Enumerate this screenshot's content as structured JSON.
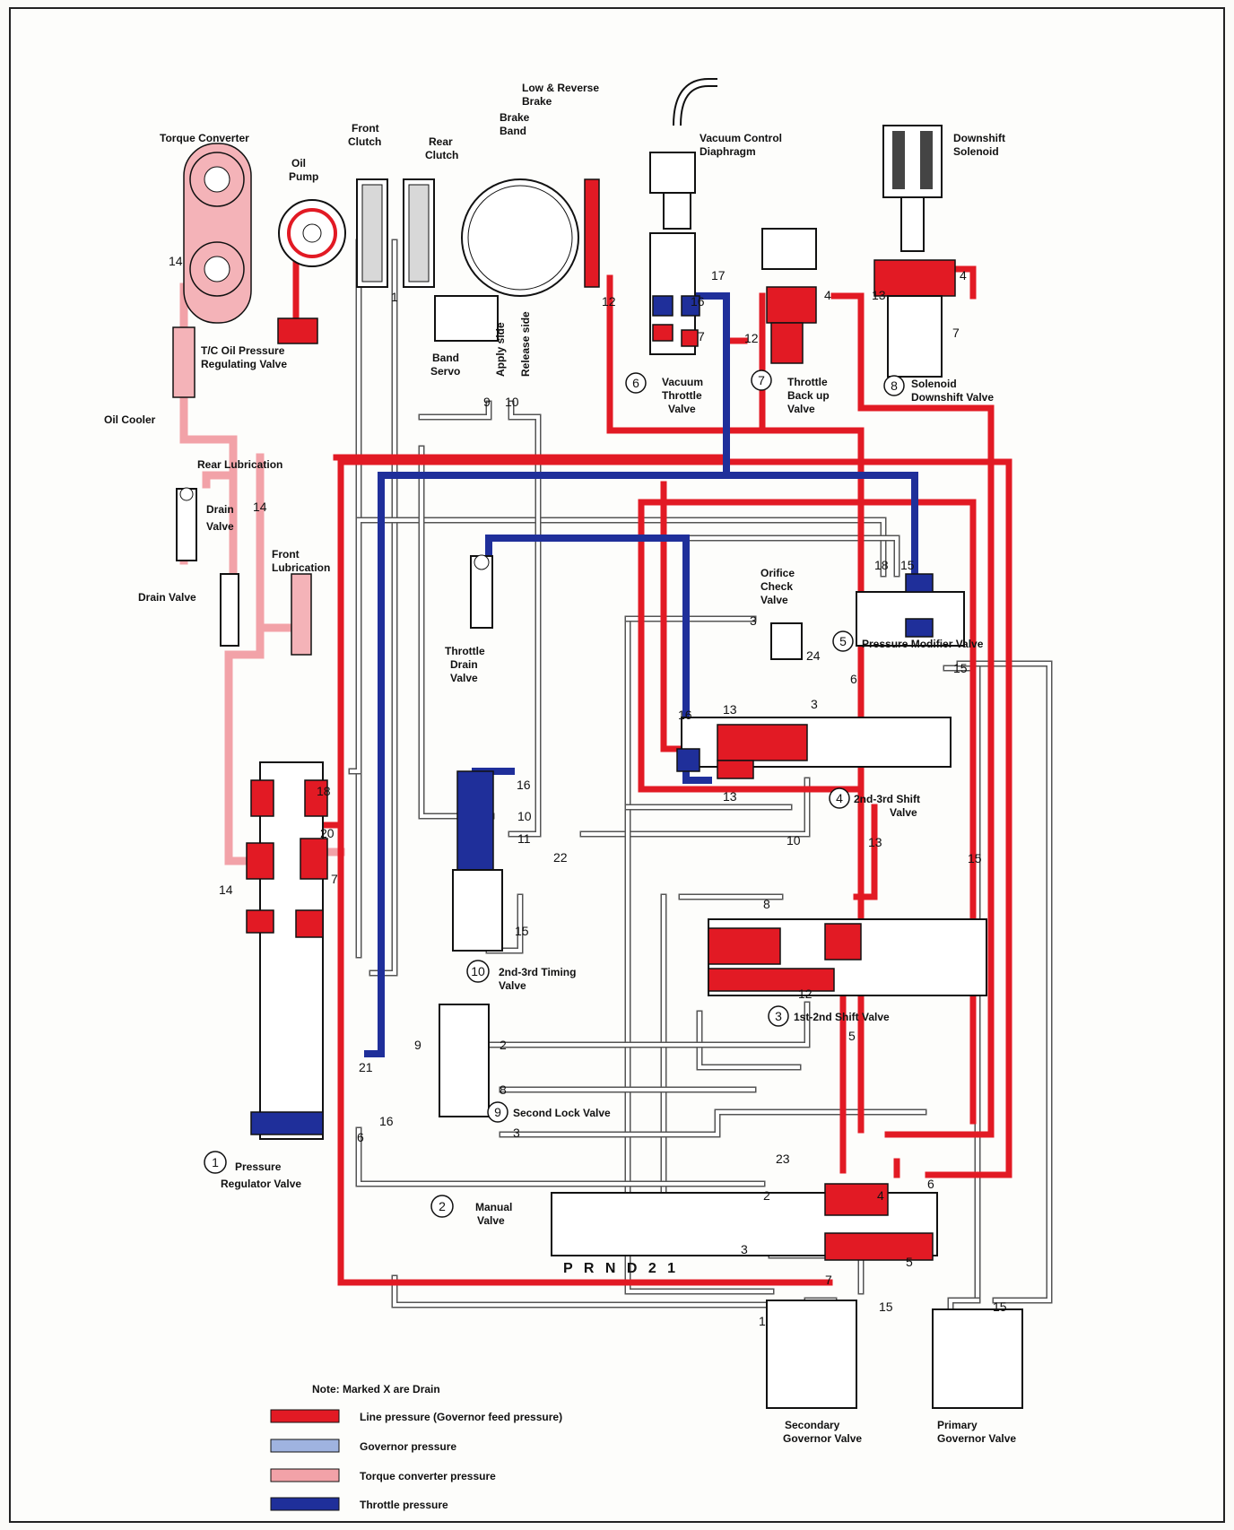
{
  "components": {
    "torque_converter": "Torque Converter",
    "oil_pump": "Oil\nPump",
    "front_clutch": "Front\nClutch",
    "rear_clutch": "Rear\nClutch",
    "brake_band": "Brake\nBand",
    "low_reverse_brake": "Low & Reverse\nBrake",
    "vacuum_control_diaphragm": "Vacuum Control\nDiaphragm",
    "downshift_solenoid": "Downshift\nSolenoid",
    "tc_oil_pressure_regulating_valve": "T/C Oil Pressure\nRegulating Valve",
    "band_servo": "Band\nServo",
    "apply_side": "Apply side",
    "release_side": "Release side",
    "oil_cooler": "Oil Cooler",
    "rear_lubrication": "Rear Lubrication",
    "drain_valve_1": "Drain\nValve",
    "front_lubrication": "Front\nLubrication",
    "drain_valve_2": "Drain Valve",
    "throttle_drain_valve": "Throttle\nDrain\nValve",
    "orifice_check_valve": "Orifice\nCheck\nValve"
  },
  "numbered_valves": [
    {
      "num": "1",
      "label": "Pressure\nRegulator  Valve"
    },
    {
      "num": "2",
      "label": "Manual\nValve"
    },
    {
      "num": "3",
      "label": "1st-2nd Shift Valve"
    },
    {
      "num": "4",
      "label": "2nd-3rd Shift\nValve"
    },
    {
      "num": "5",
      "label": "Pressure Modifier Valve"
    },
    {
      "num": "6",
      "label": "Vacuum\nThrottle\nValve"
    },
    {
      "num": "7",
      "label": "Throttle\nBack up\nValve"
    },
    {
      "num": "8",
      "label": "Solenoid\nDownshift Valve"
    },
    {
      "num": "9",
      "label": "Second Lock Valve"
    },
    {
      "num": "10",
      "label": "2nd-3rd Timing\nValve"
    }
  ],
  "governors": {
    "secondary": "Secondary\nGovernor Valve",
    "primary": "Primary\nGovernor Valve"
  },
  "selector": "P R N D 2 1",
  "legend": {
    "note": "Note:  Marked X are Drain",
    "items": [
      {
        "label": "Line pressure (Governor feed pressure)",
        "color": "#e21a24"
      },
      {
        "label": "Governor pressure",
        "color": "#9fb3e0"
      },
      {
        "label": "Torque converter pressure",
        "color": "#f2a2a8"
      },
      {
        "label": "Throttle pressure",
        "color": "#1f2f9a"
      }
    ]
  },
  "line_numbers": [
    "14",
    "14",
    "14",
    "1",
    "9",
    "10",
    "12",
    "16",
    "17",
    "12",
    "7",
    "4",
    "13",
    "7",
    "18",
    "15",
    "3",
    "24",
    "6",
    "3",
    "13",
    "16",
    "13",
    "15",
    "10",
    "22",
    "11",
    "15",
    "8",
    "12",
    "5",
    "20",
    "18",
    "7",
    "21",
    "16",
    "6",
    "2",
    "8",
    "3",
    "23",
    "2",
    "6",
    "4",
    "3",
    "5",
    "7",
    "15",
    "15",
    "1"
  ],
  "colors": {
    "line_pressure": "#e21a24",
    "governor_pressure": "#9fb3e0",
    "torque_converter_pressure": "#f2a2a8",
    "throttle_pressure": "#1f2f9a"
  }
}
